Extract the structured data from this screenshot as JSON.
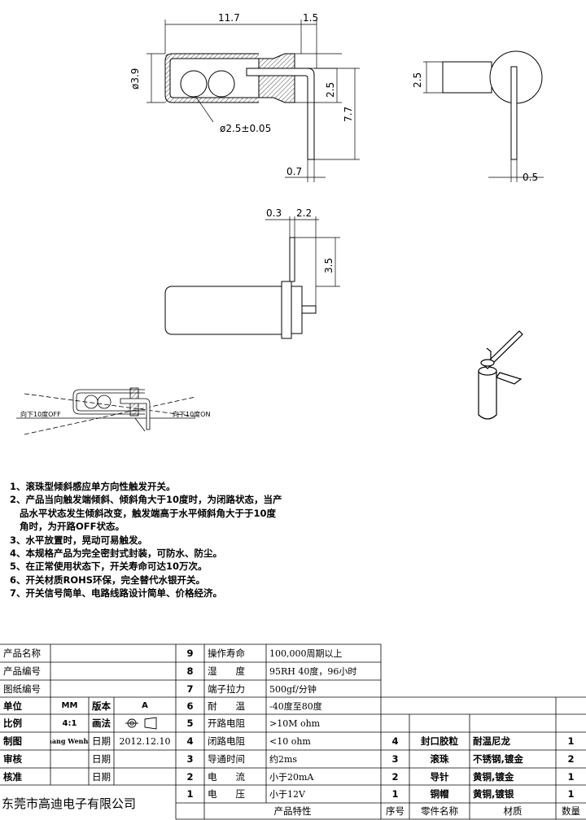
{
  "dimensions": {
    "d_11_7": "11.7",
    "d_1_5": "1.5",
    "d_phi_3_9": "ø3.9",
    "d_2_5_a": "2.5",
    "d_7_7": "7.7",
    "d_phi_2_5": "ø2.5±0.05",
    "d_0_7": "0.7",
    "d_2_5_b": "2.5",
    "d_0_5": "0.5",
    "d_0_3": "0.3",
    "d_2_2": "2.2",
    "d_3_5": "3.5",
    "off_label": "向下10度OFF",
    "on_label": "向下10度ON"
  },
  "notes": [
    "1、滚珠型倾斜感应单方向性触发开关。",
    "2、产品当向触发端倾斜、倾斜角大于10度时，为闭路状态，当产",
    "   品水平状态发生倾斜改变，触发端高于水平倾斜角大于于10度",
    "   角时，为开路OFF状态。",
    "3、水平放置时，晃动可易触发。",
    "4、本规格产品为完全密封式封装，可防水、防尘。",
    "5、在正常使用状态下，开关寿命可达10万次。",
    "6、开关材质ROHS环保，完全替代水银开关。",
    "7、开关信号简单、电路线路设计简单、价格经济。"
  ],
  "title_block": {
    "product_name_label": "产品名称",
    "product_no_label": "产品编号",
    "drawing_no_label": "图纸编号",
    "unit_label": "单位",
    "unit_value": "MM",
    "version_label": "版本",
    "version_value": "A",
    "scale_label": "比例",
    "scale_value": "4:1",
    "method_label": "画法",
    "drawn_label": "制图",
    "drawn_value": "Zhang Wenhao",
    "date_label": "日期",
    "date_value": "2012.12.10",
    "review_label": "审核",
    "review_date_label": "日期",
    "approve_label": "核准",
    "approve_date_label": "日期",
    "company": "东莞市高迪电子有限公司"
  },
  "characteristics": {
    "footer": "产品特性",
    "rows": [
      {
        "no": "9",
        "name": "操作寿命",
        "value": "100,000周期以上"
      },
      {
        "no": "8",
        "name": "湿　　度",
        "value": "95RH 40度，96小时"
      },
      {
        "no": "7",
        "name": "端子拉力",
        "value": "500gf/分钟"
      },
      {
        "no": "6",
        "name": "耐　　温",
        "value": "-40度至80度"
      },
      {
        "no": "5",
        "name": "开路电阻",
        "value": ">10M ohm"
      },
      {
        "no": "4",
        "name": "闭路电阻",
        "value": "<10 ohm"
      },
      {
        "no": "3",
        "name": "导通时间",
        "value": "约2ms"
      },
      {
        "no": "2",
        "name": "电　　流",
        "value": "小于20mA"
      },
      {
        "no": "1",
        "name": "电　　压",
        "value": "小于12V"
      }
    ]
  },
  "parts": {
    "headers": {
      "no": "序号",
      "name": "零件名称",
      "material": "材质",
      "qty": "数量"
    },
    "rows": [
      {
        "no": "4",
        "name": "封口胶粒",
        "material": "耐温尼龙",
        "qty": "1"
      },
      {
        "no": "3",
        "name": "滚珠",
        "material": "不锈钢,镀金",
        "qty": "2"
      },
      {
        "no": "2",
        "name": "导针",
        "material": "黄铜,镀金",
        "qty": "1"
      },
      {
        "no": "1",
        "name": "铜帽",
        "material": "黄铜,镀银",
        "qty": "1"
      }
    ]
  }
}
